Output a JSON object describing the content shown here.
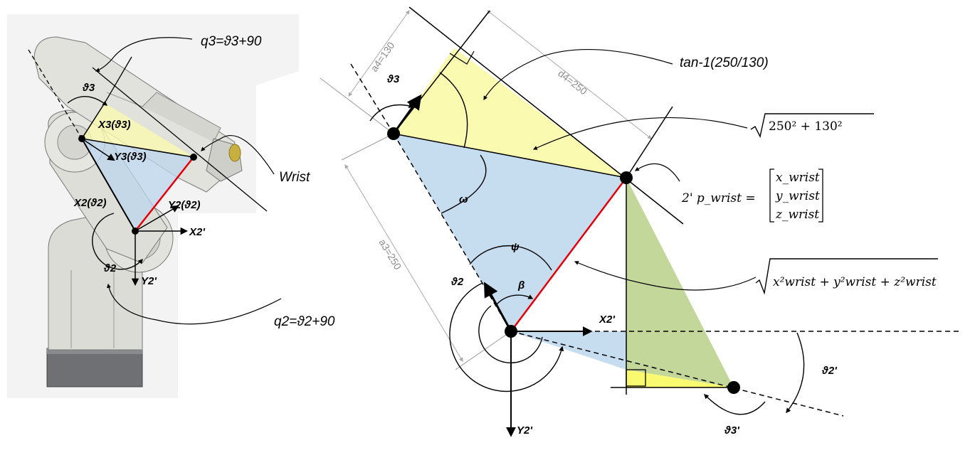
{
  "colors": {
    "yellow": "#fafab0",
    "blue": "#c6dcef",
    "green": "#c3d79b",
    "red": "#e6000a",
    "robot_gray": "#d9d9d4",
    "base_gray": "#6f7074"
  },
  "left": {
    "q3_label": "q3=ϑ3+90",
    "q2_label": "q2=ϑ2+90",
    "wrist_label": "Wrist",
    "theta3": "ϑ3",
    "theta2": "ϑ2",
    "x3": "X3(ϑ3)",
    "y3": "Y3(ϑ3)",
    "x2": "X2(ϑ2)",
    "y2": "Y2(ϑ2)",
    "x2p": "X2'",
    "y2p": "Y2'"
  },
  "right": {
    "a4": "a4=130",
    "d4": "d4=250",
    "a3": "a3=250",
    "theta3": "ϑ3",
    "omega": "ω",
    "psi": "ψ",
    "beta": "β",
    "theta2": "ϑ2",
    "x2p": "X2'",
    "y2p": "Y2'",
    "theta2p": "ϑ2'",
    "theta3p": "ϑ3'",
    "atan_label": "tan-1(250/130)",
    "sqrt1": "250² + 130²",
    "vector_lhs": "2' p_wrist =",
    "xw": "x_wrist",
    "yw": "y_wrist",
    "zw": "z_wrist",
    "sqrt2": "x²wrist + y²wrist + z²wrist"
  }
}
